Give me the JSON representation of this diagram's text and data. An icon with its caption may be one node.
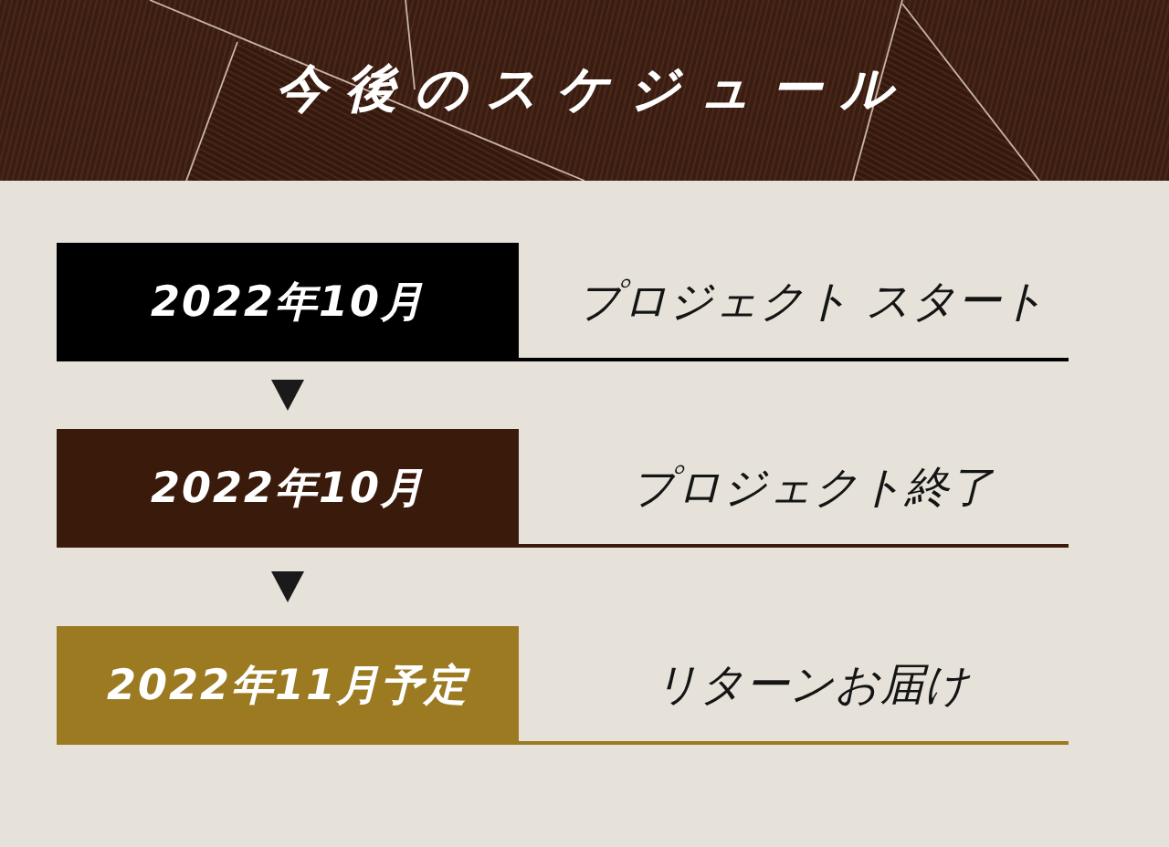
{
  "diagram": {
    "title": "今後のスケジュール",
    "nodes": [
      {
        "text": [
          "2022年10月",
          "プロジェクト スタート"
        ]
      },
      {
        "text": [
          "2022年10月",
          "プロジェクト終了"
        ]
      },
      {
        "text": [
          "2022年11月予定",
          "リターンお届け"
        ]
      }
    ],
    "edges": [
      {
        "from": 0,
        "to": 1,
        "arrow": "to"
      },
      {
        "from": 1,
        "to": 2,
        "arrow": "to"
      }
    ]
  }
}
